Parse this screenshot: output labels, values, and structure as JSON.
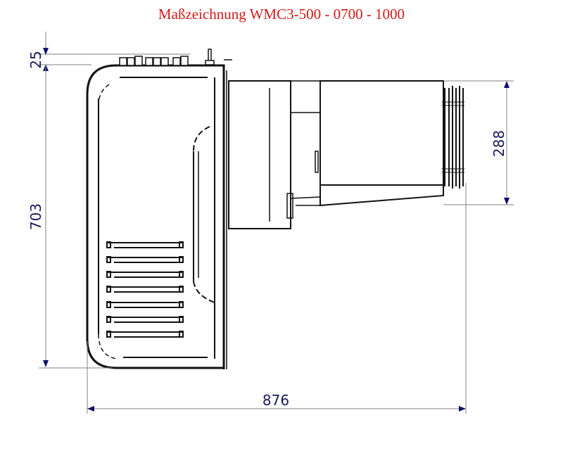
{
  "title": "Maßzeichnung WMC3-500 - 0700 - 1000",
  "colors": {
    "title": "#d21a1a",
    "dimension_text": "#1a1a5a",
    "dimension_arrow": "#10106a",
    "dimension_line": "#808080",
    "outline": "#111111"
  },
  "dimensions": {
    "top_offset": "25",
    "total_height": "703",
    "outlet_height": "288",
    "total_width": "876"
  },
  "drawing": {
    "view": "side-elevation",
    "vent_louvers": 7
  }
}
